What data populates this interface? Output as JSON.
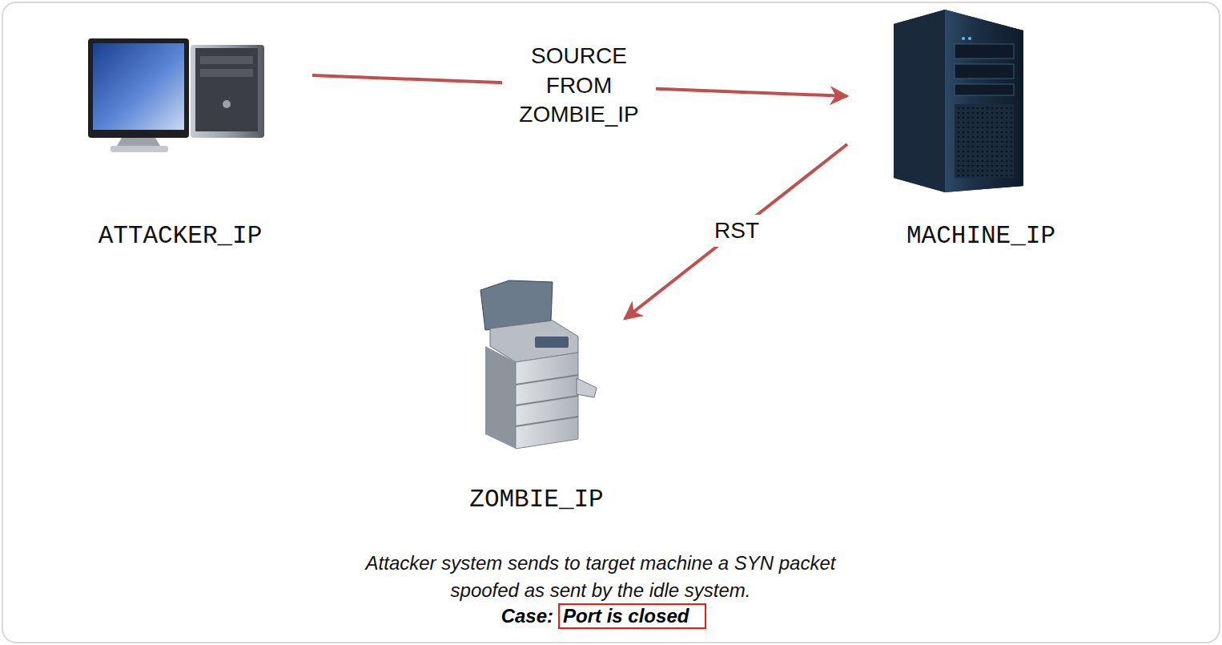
{
  "diagram": {
    "caption": "Attacker system sends to target machine a SYN packet spoofed as sent by the idle system.",
    "nodes": [
      {
        "text": [
          "ATTACKER_IP"
        ]
      },
      {
        "text": [
          "MACHINE_IP"
        ]
      },
      {
        "text": [
          "ZOMBIE_IP"
        ]
      }
    ],
    "edges": [
      {
        "from": 0,
        "to": 1,
        "label": "SOURCE FROM ZOMBIE_IP",
        "arrow": "to"
      },
      {
        "from": 1,
        "to": 2,
        "label": "RST",
        "arrow": "to"
      }
    ],
    "labels": [
      "Case:",
      "Port is closed"
    ]
  }
}
